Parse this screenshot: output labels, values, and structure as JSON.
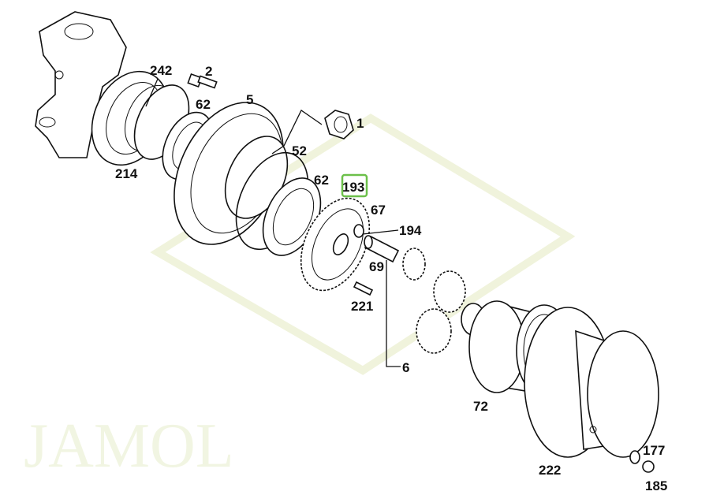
{
  "diagram": {
    "watermark": "JAMOL",
    "highlight_color": "#6cc04a",
    "highlighted_part": "193",
    "labels": {
      "p242": "242",
      "p2": "2",
      "p62a": "62",
      "p5": "5",
      "p1": "1",
      "p214": "214",
      "p52": "52",
      "p62b": "62",
      "p193": "193",
      "p67": "67",
      "p194": "194",
      "p69": "69",
      "p221": "221",
      "p6": "6",
      "p72": "72",
      "p222": "222",
      "p177": "177",
      "p185": "185"
    }
  }
}
